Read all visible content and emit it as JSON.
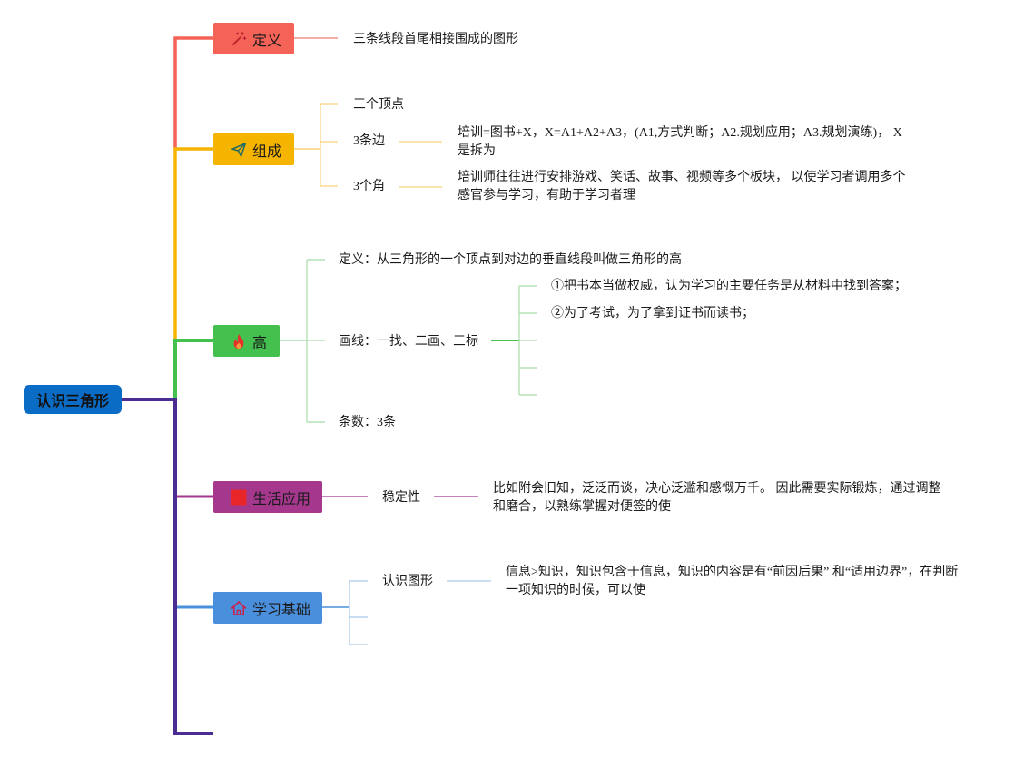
{
  "root": {
    "label": "认识三角形",
    "color": "#0b6cc6"
  },
  "trunk_color": "#4b2c91",
  "branches": [
    {
      "label": "定义",
      "icon": "magic-wand-icon",
      "color": "#f56257",
      "line_color": "#f07a70",
      "children": [
        {
          "label": "三条线段首尾相接围成的图形"
        }
      ]
    },
    {
      "label": "组成",
      "icon": "paper-plane-icon",
      "color": "#f5b400",
      "line_color": "#f9d27a",
      "children": [
        {
          "label": "三个顶点"
        },
        {
          "label": "3条边",
          "children": [
            {
              "label": "培训=图书+X，X=A1+A2+A3，(A1,方式判断；A2.规划应用；A3.规划演练)， X是拆为"
            }
          ]
        },
        {
          "label": "3个角",
          "children": [
            {
              "label": "培训师往往进行安排游戏、笑话、故事、视频等多个板块， 以使学习者调用多个感官参与学习，有助于学习者理"
            }
          ]
        }
      ]
    },
    {
      "label": "高",
      "icon": "fire-icon",
      "color": "#43c04e",
      "line_color": "#a8dca6",
      "children": [
        {
          "label": "定义：从三角形的一个顶点到对边的垂直线段叫做三角形的高"
        },
        {
          "label": "画线：一找、二画、三标",
          "children": [
            {
              "label": "①把书本当做权威，认为学习的主要任务是从材料中找到答案；"
            },
            {
              "label": "②为了考试，为了拿到证书而读书；"
            }
          ]
        },
        {
          "label": "条数：3条"
        }
      ]
    },
    {
      "label": "生活应用",
      "icon": "red-square-icon",
      "color": "#a5378d",
      "line_color": "#a5378d",
      "children": [
        {
          "label": "稳定性",
          "children": [
            {
              "label": "比如附会旧知，泛泛而谈，决心泛滥和感慨万千。 因此需要实际锻炼，通过调整和磨合，以熟练掌握对便签的使"
            }
          ]
        }
      ]
    },
    {
      "label": "学习基础",
      "icon": "house-icon",
      "color": "#4a8fdc",
      "line_color": "#a9c9ec",
      "children": [
        {
          "label": "认识图形",
          "children": [
            {
              "label": "信息>知识，知识包含于信息，知识的内容是有“前因后果” 和“适用边界”，在判断一项知识的时候，可以使"
            }
          ]
        }
      ]
    }
  ]
}
